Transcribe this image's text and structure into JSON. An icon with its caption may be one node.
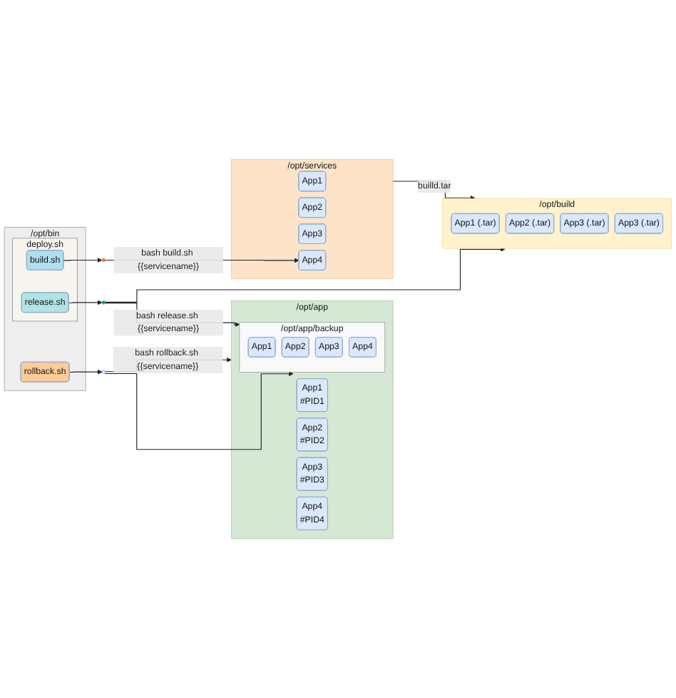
{
  "diagram": {
    "nodes": [
      {
        "text": [
          "/opt/services"
        ]
      },
      {
        "text": [
          "App1"
        ],
        "in": 0
      },
      {
        "text": [
          "App2"
        ],
        "in": 0
      },
      {
        "text": [
          "App3"
        ],
        "in": 0
      },
      {
        "text": [
          "App4"
        ],
        "in": 0
      },
      {
        "text": [
          "/opt/bin"
        ]
      },
      {
        "text": [
          "deploy.sh"
        ],
        "in": 5
      },
      {
        "text": [
          "build.sh"
        ],
        "in": 6
      },
      {
        "text": [
          "release.sh"
        ],
        "in": 6
      },
      {
        "text": [
          "rollback.sh"
        ],
        "in": 5
      },
      {
        "text": [
          "/opt/build"
        ]
      },
      {
        "text": [
          "App1 (.tar)"
        ],
        "in": 10
      },
      {
        "text": [
          "App2 (.tar)"
        ],
        "in": 10
      },
      {
        "text": [
          "App3 (.tar)"
        ],
        "in": 10
      },
      {
        "text": [
          "App3 (.tar)"
        ],
        "in": 10
      },
      {
        "text": [],
        "shape": "circle"
      },
      {
        "text": [],
        "shape": "circle"
      },
      {
        "text": [],
        "shape": "circle"
      },
      {
        "text": [
          "/opt/app"
        ]
      },
      {
        "text": [
          "App1",
          "#PID1"
        ],
        "in": 18
      },
      {
        "text": [
          "App2",
          "#PID2"
        ],
        "in": 18
      },
      {
        "text": [
          "App3",
          "#PID3"
        ],
        "in": 18
      },
      {
        "text": [
          "App4",
          "#PID4"
        ],
        "in": 18
      },
      {
        "text": [
          "/opt/app/backup"
        ],
        "in": 18
      },
      {
        "text": [
          "App1"
        ],
        "in": 23
      },
      {
        "text": [
          "App2"
        ],
        "in": 23
      },
      {
        "text": [
          "App3"
        ],
        "in": 23
      },
      {
        "text": [
          "App4"
        ],
        "in": 23
      }
    ],
    "edges": [
      {
        "from": 0,
        "to": 10,
        "arrow": "to",
        "label": "builld.tar"
      },
      {
        "from": 7,
        "to": 15,
        "arrow": "to"
      },
      {
        "from": 15,
        "to": 4,
        "arrow": "to",
        "label": "bash build.sh {{servicename}}"
      },
      {
        "from": 8,
        "to": 16,
        "arrow": "to"
      },
      {
        "from": 16,
        "to": 10,
        "arrow": "to"
      },
      {
        "from": 16,
        "to": 23,
        "arrow": "to",
        "label": "bash release.sh {{servicename}}"
      },
      {
        "from": 9,
        "to": 17,
        "arrow": "to"
      },
      {
        "from": 17,
        "to": 18,
        "arrow": "to",
        "label": "bash rollback.sh {{servicename}}"
      },
      {
        "from": 17,
        "to": 23,
        "arrow": "to"
      }
    ]
  }
}
